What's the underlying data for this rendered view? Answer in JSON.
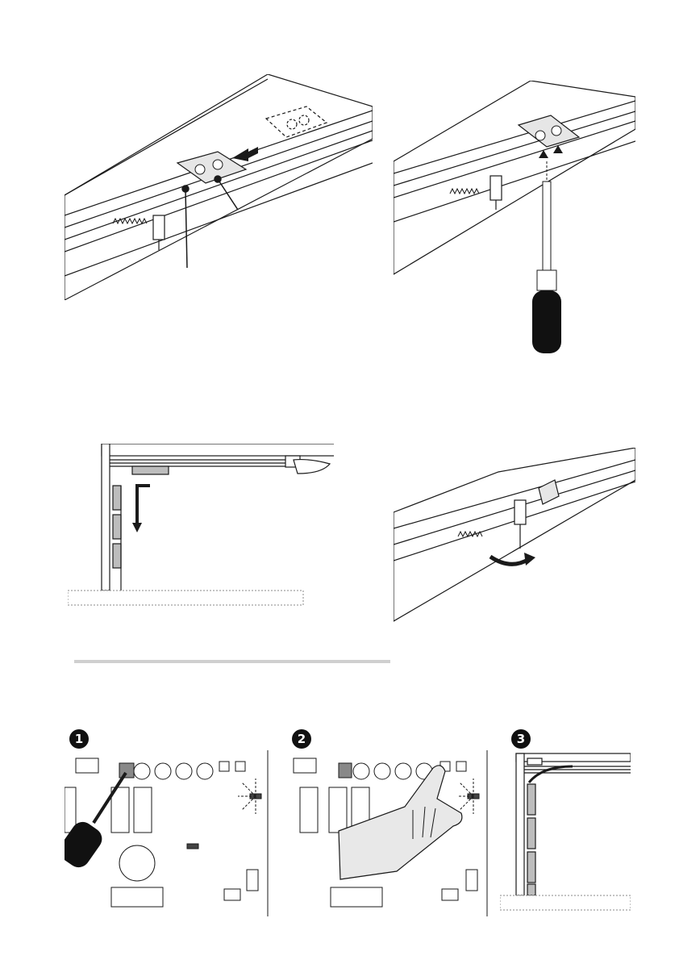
{
  "steps": [
    {
      "label": "1"
    },
    {
      "label": "2"
    },
    {
      "label": "3"
    }
  ],
  "colors": {
    "line": "#1a1a1a",
    "rail_fill": "#ffffff",
    "plate_fill": "#e6e6e6",
    "divider": "#cfcfcf",
    "handle": "#111111",
    "board_fill": "#f4f4f4",
    "ground": "#8a8a8a"
  },
  "icons": [
    "slide-arrow-icon",
    "screwdriver-icon",
    "down-arrow-icon",
    "rotate-arrow-icon",
    "hand-icon",
    "blink-led-icon"
  ]
}
